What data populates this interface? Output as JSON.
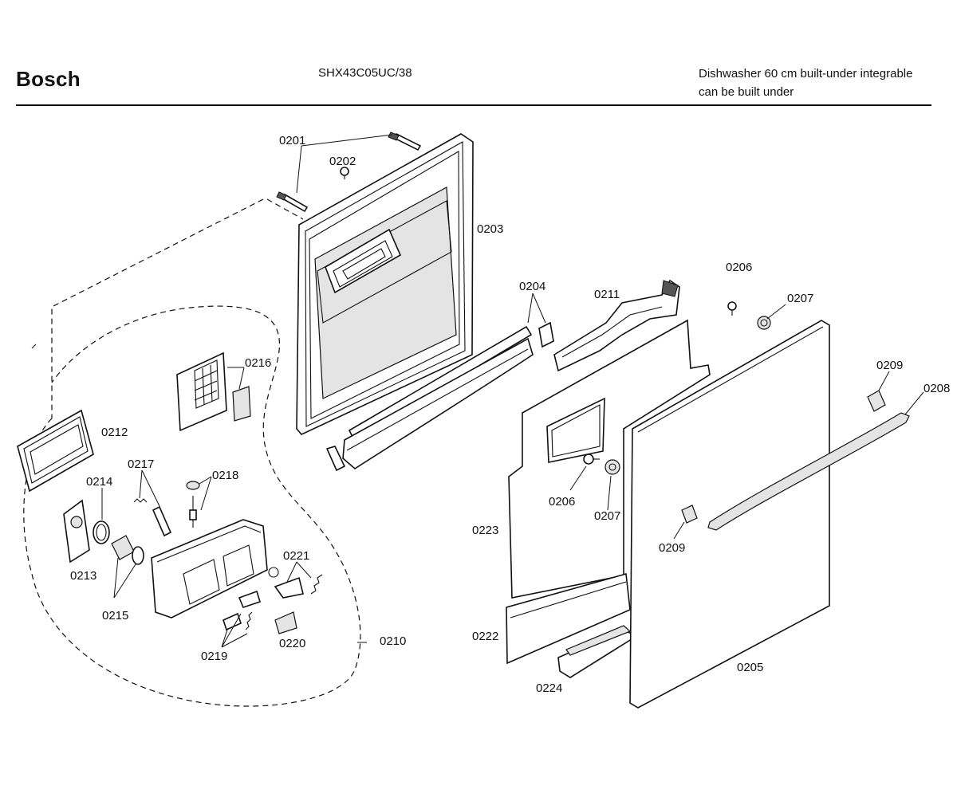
{
  "header": {
    "brand": "Bosch",
    "model": "SHX43C05UC/38",
    "description_line1": "Dishwasher 60 cm built-under integrable",
    "description_line2": "can be built under"
  },
  "callouts": {
    "p0201": "0201",
    "p0202": "0202",
    "p0203": "0203",
    "p0204": "0204",
    "p0205": "0205",
    "p0206a": "0206",
    "p0206b": "0206",
    "p0207a": "0207",
    "p0207b": "0207",
    "p0208": "0208",
    "p0209a": "0209",
    "p0209b": "0209",
    "p0210": "0210",
    "p0211": "0211",
    "p0212": "0212",
    "p0213": "0213",
    "p0214": "0214",
    "p0215": "0215",
    "p0216": "0216",
    "p0217": "0217",
    "p0218": "0218",
    "p0219": "0219",
    "p0220": "0220",
    "p0221": "0221",
    "p0222": "0222",
    "p0223": "0223",
    "p0224": "0224"
  }
}
